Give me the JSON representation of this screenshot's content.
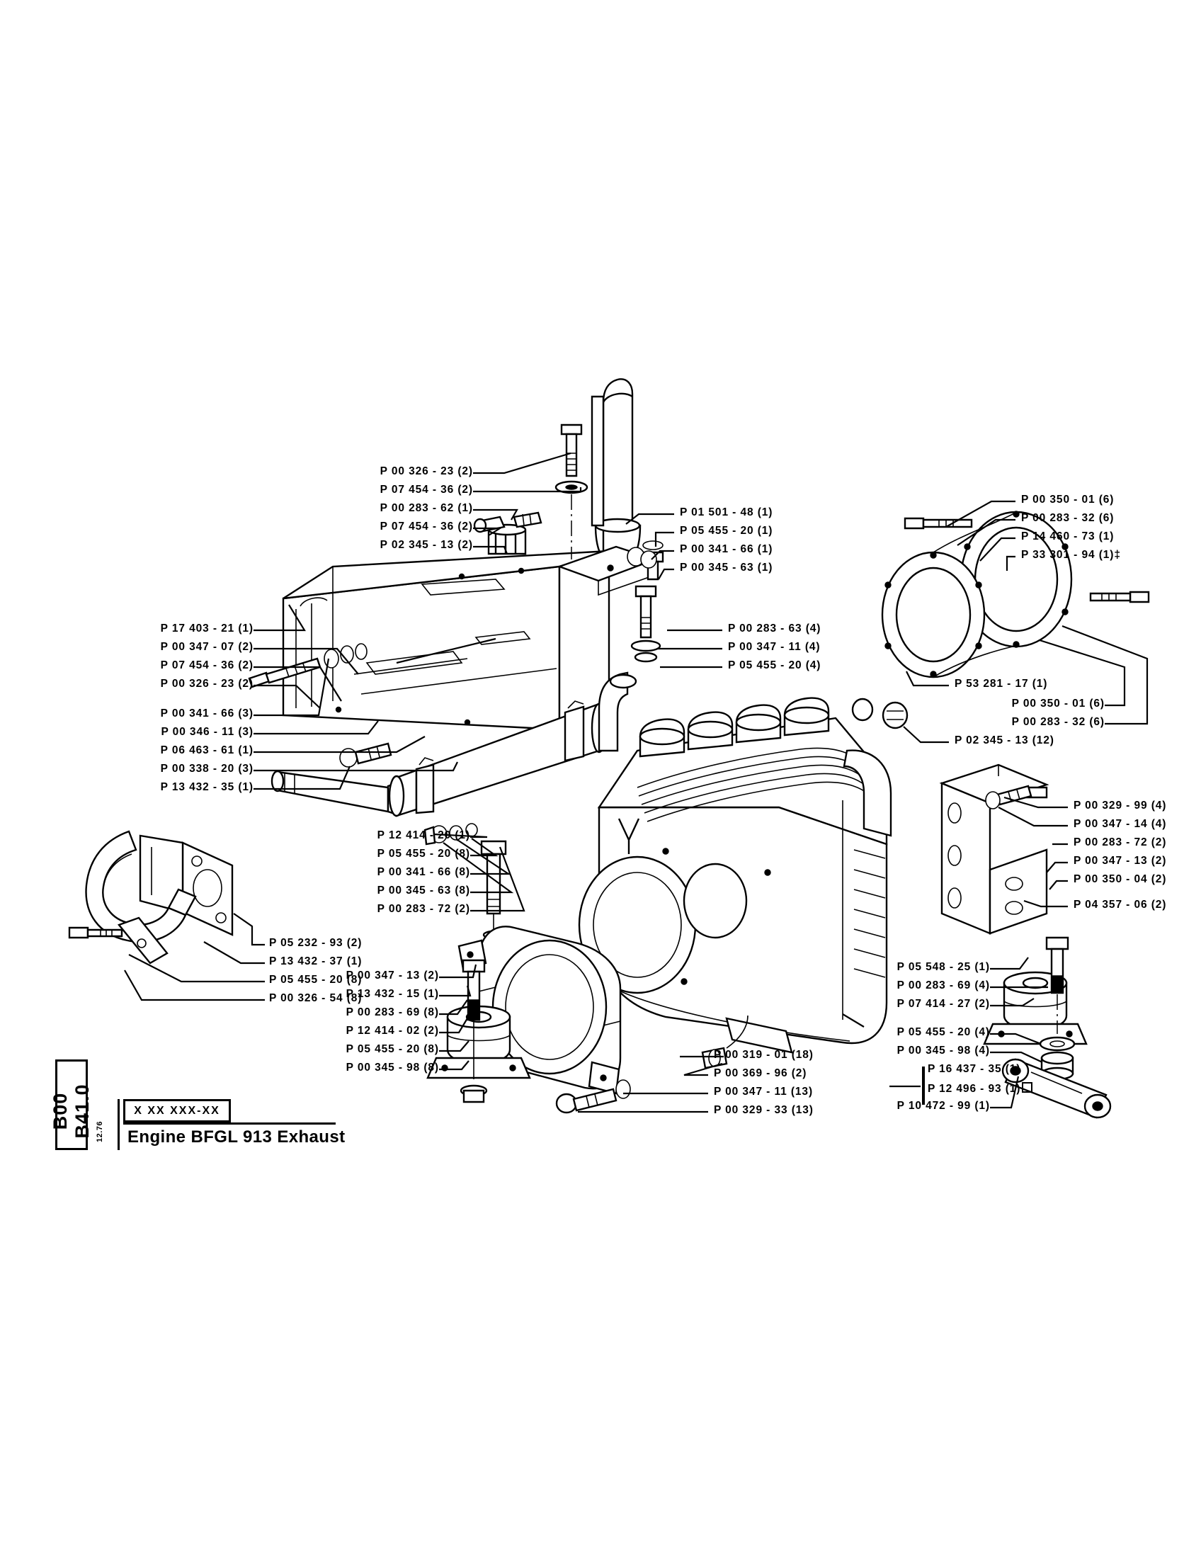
{
  "sheet": {
    "group_code": "B00 B41.0",
    "date_code": "12.76",
    "variant_placeholder": "X XX XXX-XX",
    "title": "Engine BFGL 913 Exhaust"
  },
  "callouts": {
    "top_left_group": [
      {
        "id": "c1",
        "text": "P 00 326 - 23 (2)"
      },
      {
        "id": "c2",
        "text": "P 07 454 - 36 (2)"
      },
      {
        "id": "c3",
        "text": "P 00 283 - 62 (1)"
      },
      {
        "id": "c4",
        "text": "P 07 454 - 36 (2)"
      },
      {
        "id": "c5",
        "text": "P 02 345 - 13 (2)"
      }
    ],
    "top_center_group": [
      {
        "id": "c6",
        "text": "P 01 501 - 48 (1)"
      },
      {
        "id": "c7",
        "text": "P 05 455 - 20 (1)"
      },
      {
        "id": "c8",
        "text": "P 00 341 - 66 (1)"
      },
      {
        "id": "c9",
        "text": "P 00 345 - 63 (1)"
      }
    ],
    "top_right_group": [
      {
        "id": "c10",
        "text": "P 00 350 - 01 (6)"
      },
      {
        "id": "c11",
        "text": "P 00 283 - 32 (6)"
      },
      {
        "id": "c12",
        "text": "P 14 460 - 73 (1)"
      },
      {
        "id": "c13",
        "text": "P 33 301 - 94 (1)",
        "suffix": "dagger"
      }
    ],
    "upper_left_group": [
      {
        "id": "c14",
        "text": "P 17 403 - 21 (1)"
      },
      {
        "id": "c15",
        "text": "P 00 347 - 07 (2)"
      },
      {
        "id": "c16",
        "text": "P 07 454 - 36 (2)"
      },
      {
        "id": "c17",
        "text": "P 00 326 - 23 (2)"
      }
    ],
    "mid_center_group": [
      {
        "id": "c18",
        "text": "P 00 283 - 63 (4)"
      },
      {
        "id": "c19",
        "text": "P 00 347 - 11 (4)"
      },
      {
        "id": "c20",
        "text": "P 05 455 - 20 (4)"
      }
    ],
    "mid_left_group": [
      {
        "id": "c21",
        "text": "P 00 341 - 66 (3)"
      },
      {
        "id": "c22",
        "text": "P 00 346 - 11 (3)"
      },
      {
        "id": "c23",
        "text": "P 06 463 - 61 (1)"
      },
      {
        "id": "c24",
        "text": "P 00 338 - 20 (3)"
      },
      {
        "id": "c25",
        "text": "P 13 432 - 35 (1)"
      }
    ],
    "mid_right_group": [
      {
        "id": "c26",
        "text": "P 53 281 - 17 (1)"
      },
      {
        "id": "c27",
        "text": "P 00 350 - 01 (6)"
      },
      {
        "id": "c28",
        "text": "P 00 283 - 32 (6)"
      },
      {
        "id": "c29",
        "text": "P 02 345 - 13 (12)"
      }
    ],
    "center_group": [
      {
        "id": "c30",
        "text": "P 12 414 - 20 (1)"
      },
      {
        "id": "c31",
        "text": "P 05 455 - 20 (8)"
      },
      {
        "id": "c32",
        "text": "P 00 341 - 66 (8)"
      },
      {
        "id": "c33",
        "text": "P 00 345 - 63 (8)"
      },
      {
        "id": "c34",
        "text": "P 00 283 - 72 (2)"
      }
    ],
    "right_bracket_group": [
      {
        "id": "c35",
        "text": "P 00 329 - 99 (4)"
      },
      {
        "id": "c36",
        "text": "P 00 347 - 14 (4)"
      },
      {
        "id": "c37",
        "text": "P 00 283 - 72 (2)"
      },
      {
        "id": "c38",
        "text": "P 00 347 - 13 (2)"
      },
      {
        "id": "c39",
        "text": "P 00 350 - 04 (2)"
      },
      {
        "id": "c40",
        "text": "P 04 357 - 06 (2)"
      }
    ],
    "lower_left_group": [
      {
        "id": "c41",
        "text": "P 05 232 - 93 (2)"
      },
      {
        "id": "c42",
        "text": "P 13 432 - 37 (1)"
      },
      {
        "id": "c43",
        "text": "P 05 455 - 20 (8)"
      },
      {
        "id": "c44",
        "text": "P 00 326 - 54 (8)"
      }
    ],
    "lower_center_group": [
      {
        "id": "c45",
        "text": "P 00 347 - 13 (2)"
      },
      {
        "id": "c46",
        "text": "P 13 432 - 15 (1)"
      },
      {
        "id": "c47",
        "text": "P 00 283 - 69 (8)"
      },
      {
        "id": "c48",
        "text": "P 12 414 - 02 (2)"
      },
      {
        "id": "c49",
        "text": "P 05 455 - 20 (8)"
      },
      {
        "id": "c50",
        "text": "P 00 345 - 98 (8)"
      }
    ],
    "bottom_center_group": [
      {
        "id": "c51",
        "text": "P 00 319 - 01 (18)"
      },
      {
        "id": "c52",
        "text": "P 00 369 - 96 (2)"
      },
      {
        "id": "c53",
        "text": "P 00 347 - 11 (13)"
      },
      {
        "id": "c54",
        "text": "P 00 329 - 33 (13)"
      }
    ],
    "lower_right_group": [
      {
        "id": "c55",
        "text": "P 05 548 - 25 (1)"
      },
      {
        "id": "c56",
        "text": "P 00 283 - 69 (4)"
      },
      {
        "id": "c57",
        "text": "P 07 414 - 27 (2)"
      },
      {
        "id": "c58",
        "text": "P 05 455 - 20 (4)"
      },
      {
        "id": "c59",
        "text": "P 00 345 - 98 (4)"
      },
      {
        "id": "c60",
        "text": "P 16 437 - 35 (1)"
      },
      {
        "id": "c61",
        "text": "P 12 496 - 93 (1)",
        "suffix": "box"
      },
      {
        "id": "c62",
        "text": "P 10 472 - 99 (1)"
      }
    ]
  }
}
